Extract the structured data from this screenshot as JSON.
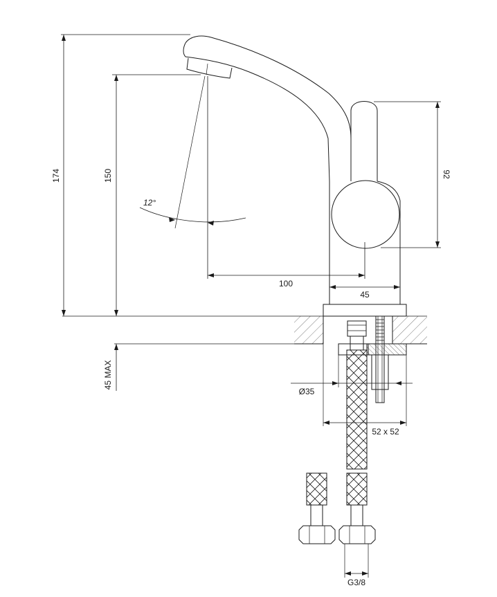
{
  "dimensions": {
    "height_total": "174",
    "height_spout": "150",
    "handle_height": "92",
    "reach": "100",
    "body_width": "45",
    "counter_max": "45 MAX",
    "hole_diameter": "Ø35",
    "base_plate": "52 x 52",
    "connection": "G3/8",
    "angle": "12°"
  }
}
